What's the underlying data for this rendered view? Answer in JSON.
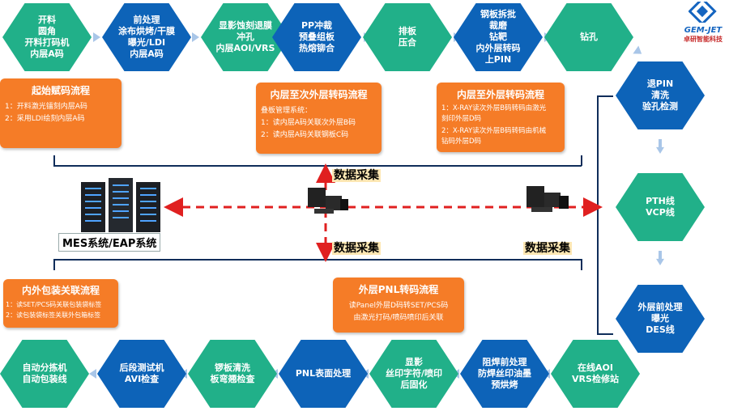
{
  "logo": {
    "name": "GEM-JET",
    "sub": "卓研智能科技"
  },
  "nodes": {
    "n1": "开料\n圆角\n开料打码机\n内层A码",
    "n2": "前处理\n涂布烘烤/干膜\n曝光/LDI\n内层A码",
    "n3": "显影蚀刻退膜\n冲孔\n内层AOI/VRS",
    "n4": "PP冲裁\n预叠组板\n热熔铆合",
    "n5": "排板\n压合",
    "n6": "钢板拆批\n裁磨\n钻靶\n内外层转码\n上PIN",
    "n7": "钻孔",
    "r1": "退PIN\n清洗\n验孔检测",
    "r2": "PTH线\nVCP线",
    "r3": "外层前处理\n曝光\nDES线",
    "b1": "在线AOI\nVRS检修站",
    "b2": "阻焊前处理\n防焊丝印油墨\n预烘烤",
    "b3": "显影\n丝印字符/喷印\n后固化",
    "b4": "PNL表面处理",
    "b5": "锣板清洗\n板弯翘检查",
    "b6": "后段测试机\nAVI检查",
    "b7": "自动分拣机\n自动包装线"
  },
  "boxes": {
    "start": {
      "title": "起始赋码流程",
      "lines": [
        "1：开料激光镭刻内层A码",
        "2：采用LDI绘刻内层A码"
      ]
    },
    "inner_transfer": {
      "title": "内层至次外层转码流程",
      "lines": [
        "叠板管理系统：",
        "1：读内层A码关联次外层B码",
        "2：读内层A码关联钢板C码"
      ]
    },
    "outer_transfer": {
      "title": "内层至外层转码流程",
      "lines": [
        "1：X-RAY读次外层B码转码由激光\n刻印外层D码",
        "2：X-RAY读次外层B码转码由机械\n钻码外层D码"
      ]
    },
    "pack": {
      "title": "内外包装关联流程",
      "lines": [
        "1：读SET/PCS码关联包装袋标签",
        "2：读包装袋标签关联外包箱标签"
      ]
    },
    "pnl": {
      "title": "外层PNL转码流程",
      "lines": [
        "读Panel外层D码转SET/PCS码",
        "由激光打码/喷码喷印后关联"
      ]
    }
  },
  "center": {
    "mes": "MES系统/EAP系统",
    "collect_top": "数据采集",
    "collect_mid": "数据采集",
    "collect_right": "数据采集"
  },
  "colors": {
    "teal": "#21b089",
    "blue": "#0d63b8",
    "orange": "#f57c27",
    "red": "#e02020"
  }
}
